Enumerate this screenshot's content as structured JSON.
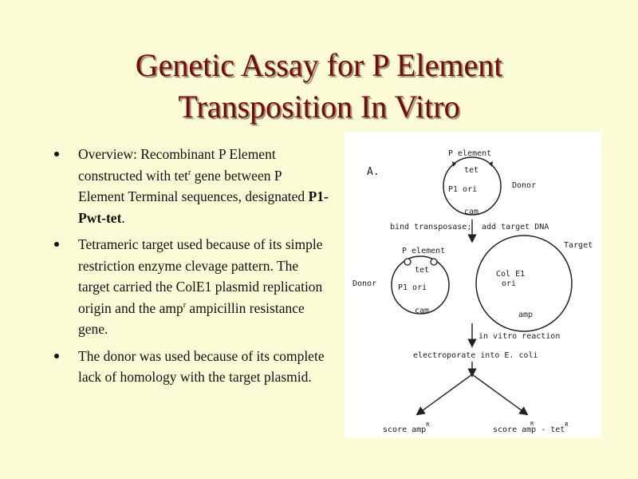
{
  "slide": {
    "title_line1": "Genetic Assay for P Element",
    "title_line2": "Transposition In Vitro",
    "bullets": [
      {
        "pre": "Overview:  Recombinant P Element constructed with tet",
        "sup": "r",
        "mid": " gene between P Element Terminal sequences, designated ",
        "bold": "P1-Pwt-tet",
        "post": "."
      },
      {
        "pre": "Tetrameric target used because of its simple restriction enzyme clevage pattern.  The target carried the ColE1 plasmid replication origin and the amp",
        "sup": "r",
        "post": " ampicillin resistance gene."
      },
      {
        "text": "The donor was used because of its complete lack of homology with the target plasmid."
      }
    ]
  },
  "figure": {
    "panel_label": "A.",
    "donor1": {
      "p_element": "P  element",
      "tet": "tet",
      "ori": "P1  ori",
      "cam": "cam",
      "label": "Donor"
    },
    "step1": {
      "left": "bind  transposase;",
      "right": "add  target  DNA"
    },
    "donor2": {
      "p_element": "P  element",
      "tet": "tet",
      "ori": "P1  ori",
      "cam": "cam",
      "label": "Donor"
    },
    "target": {
      "label": "Target",
      "ori_line1": "Col  E1",
      "ori_line2": "ori",
      "amp": "amp"
    },
    "step2": "in  vitro  reaction",
    "step3": "electroporate  into  E.  coli",
    "result_left": {
      "text": "score  amp",
      "sup": "R"
    },
    "result_right": {
      "text": "score  amp  -  tet",
      "sup1": "R",
      "sup2": "R"
    }
  }
}
